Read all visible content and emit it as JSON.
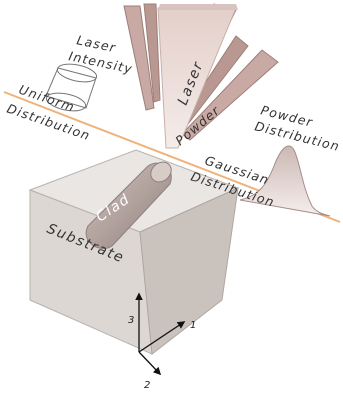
{
  "labels": {
    "laser_intensity_line1": "Laser",
    "laser_intensity_line2": "Intensity",
    "uniform_line1": "Uniform",
    "uniform_line2": "Distribution",
    "laser": "Laser",
    "powder": "Powder",
    "powder_distribution_line1": "Powder",
    "powder_distribution_line2": "Distribution",
    "gaussian_line1": "Gaussian",
    "gaussian_line2": "Distribution",
    "clad": "Clad",
    "substrate": "Substrate"
  },
  "axes": {
    "axis_1": "1",
    "axis_2": "2",
    "axis_3": "3"
  },
  "colors": {
    "substrate_top": "#e9e6e3",
    "substrate_front": "#dcd7d3",
    "substrate_side": "#c9c2bd",
    "nozzle": "#c8a9a3",
    "nozzle_dark": "#9d7f79",
    "beam": "#eadad6",
    "clad": "#b9aaa6",
    "orange_line": "#f0b27a"
  }
}
